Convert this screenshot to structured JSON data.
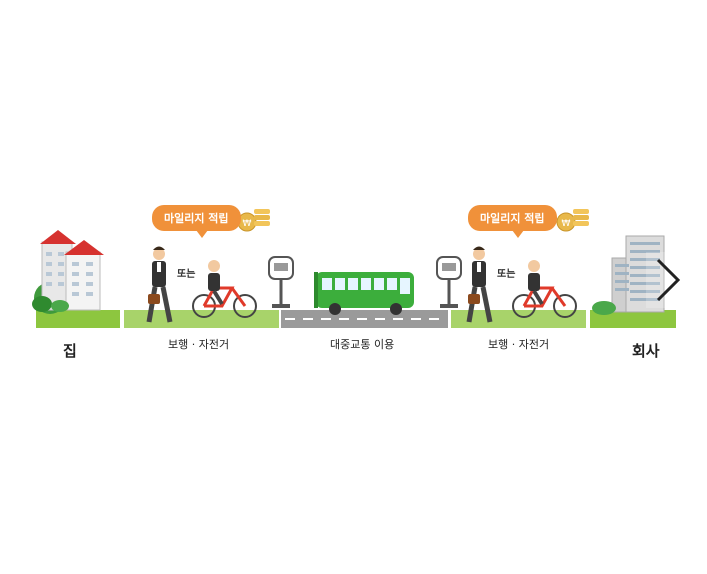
{
  "labels": {
    "home": "집",
    "walk_bike_1": "보행 · 자전거",
    "public_transit": "대중교통 이용",
    "walk_bike_2": "보행 · 자전거",
    "office": "회사"
  },
  "bubbles": {
    "mileage_1": "마일리지 적립",
    "mileage_2": "마일리지 적립"
  },
  "or_text": {
    "or_1": "또는",
    "or_2": "또는"
  },
  "colors": {
    "grass": "#8dc63f",
    "road": "#9a9a9a",
    "bus": "#3cae3c",
    "bubble": "#f0913a",
    "bike_frame": "#e03a2a"
  },
  "icons": {
    "next": "chevron-right-icon",
    "coin": "coin-stack-icon"
  }
}
